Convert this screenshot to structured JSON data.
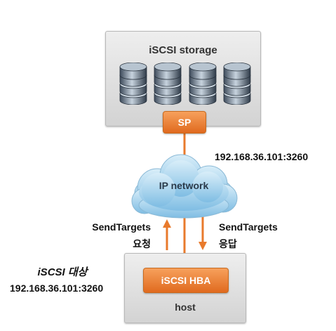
{
  "storage": {
    "title": "iSCSI storage",
    "disk_count": 4,
    "sp_label": "SP"
  },
  "network": {
    "label": "IP network",
    "address": "192.168.36.101:3260"
  },
  "host": {
    "hba_label": "iSCSI HBA",
    "title": "host"
  },
  "request": {
    "line1": "SendTargets",
    "line2": "요청"
  },
  "response": {
    "line1": "SendTargets",
    "line2": "응답"
  },
  "target": {
    "title": "iSCSI 대상",
    "address": "192.168.36.101:3260"
  },
  "colors": {
    "accent": "#e87a2c",
    "cloud": "#9fcde9",
    "box": "#e0e0e0"
  }
}
